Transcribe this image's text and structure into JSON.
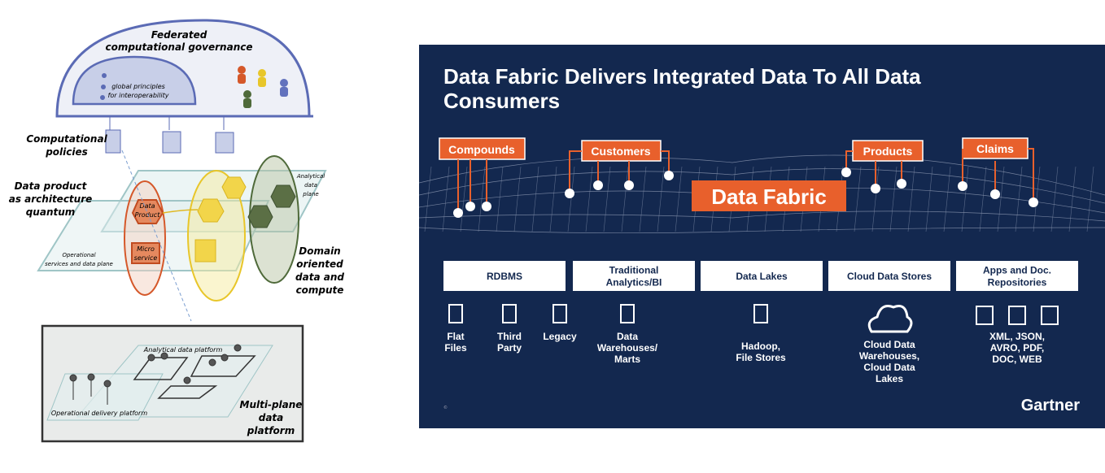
{
  "left_diagram": {
    "governance_title": [
      "Federated",
      "computational governance"
    ],
    "global_principles": [
      "global principles",
      "for interoperability"
    ],
    "computational_policies": [
      "Computational",
      "policies"
    ],
    "data_product_quantum": [
      "Data product",
      "as architecture",
      "quantum"
    ],
    "analytical_plane": [
      "Analytical",
      "data",
      "plane"
    ],
    "operational_plane": [
      "Operational",
      "services and data plane"
    ],
    "data_product_node": [
      "Data",
      "Product"
    ],
    "microservice_node": [
      "Micro",
      "service"
    ],
    "domain_oriented": [
      "Domain",
      "oriented",
      "data and",
      "compute"
    ],
    "analytical_platform": "Analytical data platform",
    "operational_platform": "Operational delivery platform",
    "multiplane": [
      "Multi-plane",
      "data",
      "platform"
    ],
    "colors": {
      "governance": "#5b6bb5",
      "orange": "#d5582a",
      "yellow": "#e8c62a",
      "green": "#4f6a3a"
    }
  },
  "right_diagram": {
    "title": [
      "Data Fabric Delivers Integrated Data To All Data",
      "Consumers"
    ],
    "consumers": [
      "Compounds",
      "Customers",
      "Products",
      "Claims"
    ],
    "fabric_label": "Data Fabric",
    "sources": [
      {
        "label": [
          "RDBMS"
        ],
        "items": [
          {
            "icon": "flat-file-icon",
            "text": [
              "Flat",
              "Files"
            ]
          },
          {
            "icon": "third-party-icon",
            "text": [
              "Third",
              "Party"
            ]
          },
          {
            "icon": "legacy-icon",
            "text": [
              "Legacy"
            ]
          }
        ]
      },
      {
        "label": [
          "Traditional",
          "Analytics/BI"
        ],
        "items": [
          {
            "icon": "warehouse-icon",
            "text": [
              "Data",
              "Warehouses/",
              "Marts"
            ]
          }
        ]
      },
      {
        "label": [
          "Data Lakes"
        ],
        "items": [
          {
            "icon": "hadoop-icon",
            "text": [
              "Hadoop,",
              "File Stores"
            ]
          }
        ]
      },
      {
        "label": [
          "Cloud Data Stores"
        ],
        "items": [
          {
            "icon": "cloud-icon",
            "text": [
              "Cloud Data",
              "Warehouses,",
              "Cloud Data",
              "Lakes"
            ]
          }
        ]
      },
      {
        "label": [
          "Apps and Doc.",
          "Repositories"
        ],
        "items": [
          {
            "icon": "document-icons",
            "text": [
              "XML, JSON,",
              "AVRO, PDF,",
              "DOC, WEB"
            ]
          }
        ]
      }
    ],
    "brand": "Gartner",
    "colors": {
      "background": "#13284f",
      "accent": "#e8602c"
    }
  }
}
